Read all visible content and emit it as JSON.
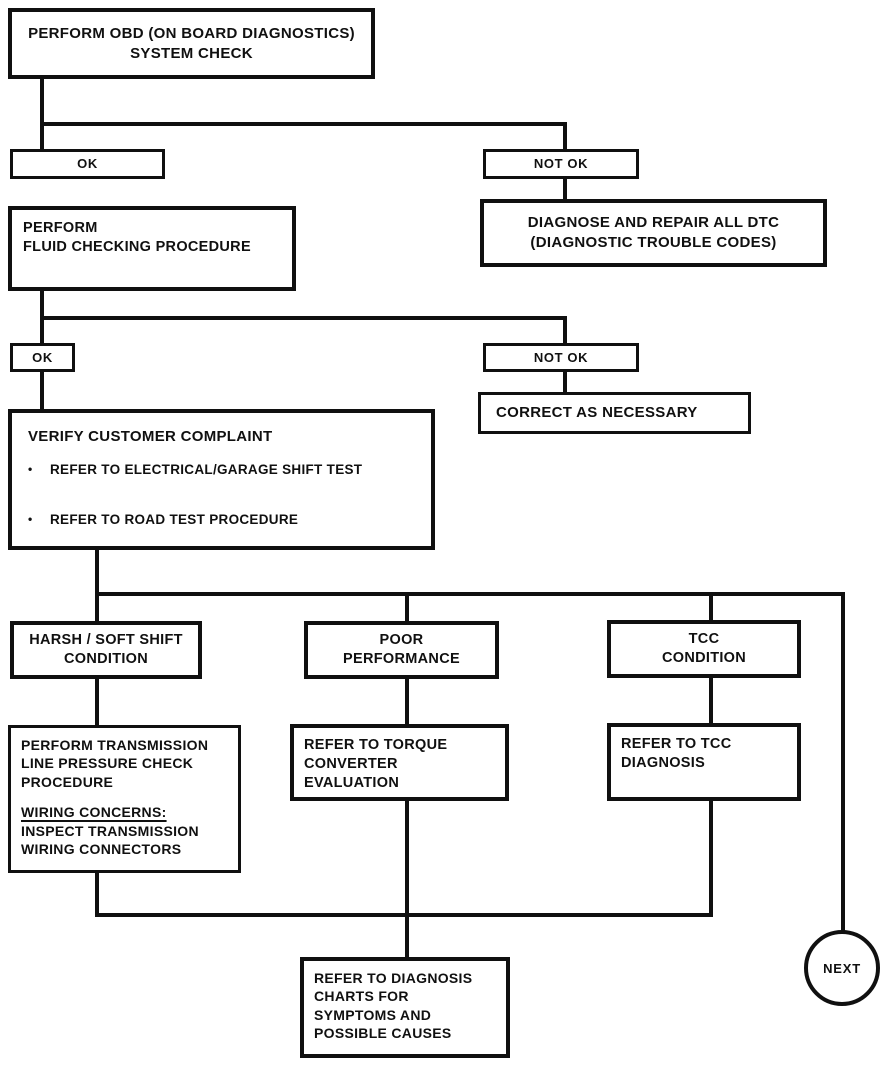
{
  "page": {
    "paper_color": "#ffffff",
    "ink_color": "#101010"
  },
  "flowchart": {
    "obd_check": {
      "lines": [
        "PERFORM OBD (ON BOARD DIAGNOSTICS)",
        "SYSTEM CHECK"
      ]
    },
    "branch1": {
      "ok": "OK",
      "not_ok": "NOT OK"
    },
    "fluid_check": {
      "lines": [
        "PERFORM",
        "FLUID CHECKING PROCEDURE"
      ]
    },
    "diagnose_dtc": {
      "lines": [
        "DIAGNOSE AND REPAIR ALL DTC",
        "(DIAGNOSTIC TROUBLE CODES)"
      ]
    },
    "branch2": {
      "ok": "OK",
      "not_ok": "NOT OK"
    },
    "correct_as_necessary": {
      "label": "CORRECT AS NECESSARY"
    },
    "verify_complaint": {
      "heading": "VERIFY CUSTOMER COMPLAINT",
      "bullet_glyph": "•",
      "bullets": [
        "REFER TO ELECTRICAL/GARAGE SHIFT TEST",
        "REFER TO ROAD TEST PROCEDURE"
      ]
    },
    "harsh_soft_shift": {
      "lines": [
        "HARSH / SOFT SHIFT",
        "CONDITION"
      ]
    },
    "poor_performance": {
      "lines": [
        "POOR",
        "PERFORMANCE"
      ]
    },
    "tcc_condition": {
      "lines": [
        "TCC",
        "CONDITION"
      ]
    },
    "line_pressure": {
      "lines": [
        "PERFORM TRANSMISSION",
        "LINE PRESSURE CHECK",
        "PROCEDURE"
      ],
      "wiring_heading": "WIRING CONCERNS:",
      "wiring_lines": [
        "INSPECT TRANSMISSION",
        "WIRING CONNECTORS"
      ]
    },
    "torque_converter": {
      "lines": [
        "REFER TO TORQUE",
        "CONVERTER EVALUATION"
      ]
    },
    "tcc_diagnosis": {
      "lines": [
        "REFER TO TCC",
        "DIAGNOSIS"
      ]
    },
    "diagnosis_charts": {
      "lines": [
        "REFER TO DIAGNOSIS",
        "CHARTS FOR",
        "SYMPTOMS AND",
        "POSSIBLE CAUSES"
      ]
    },
    "next_connector": {
      "label": "NEXT"
    }
  }
}
